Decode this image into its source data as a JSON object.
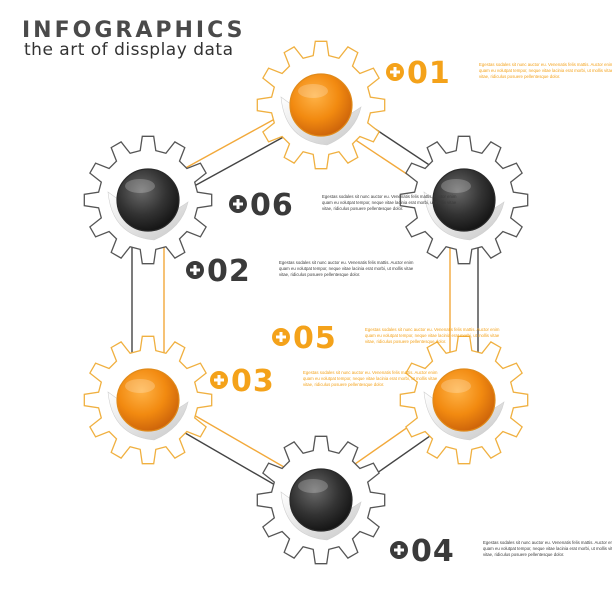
{
  "header": {
    "title": "INFOGRAPHICS",
    "subtitle": "the art of dissplay data"
  },
  "colors": {
    "orange": "#f4a21a",
    "dark": "#3a3a3a",
    "gear_orange_stroke": "#f0b040",
    "gear_dark_stroke": "#555555",
    "link_orange": "#f2a93b",
    "link_dark": "#444444"
  },
  "steps": [
    {
      "number": "01",
      "color": "orange",
      "text": [
        "Egestas sodales sit nunc auctor eu. Venenatis felis mattis. Auctor enim",
        "quam eu volutpat tempor, neque vitae lacinia erat morbi, ut mollis vitae",
        "vitae, ridiculus posuere pellentesque dolor."
      ]
    },
    {
      "number": "02",
      "color": "dark",
      "text": [
        "Egestas sodales sit nunc auctor eu. Venenatis felis mattis. Auctor enim",
        "quam eu volutpat tempor, neque vitae lacinia erat morbi, ut mollis vitae",
        "vitae, ridiculus posuere pellentesque dolor."
      ]
    },
    {
      "number": "03",
      "color": "orange",
      "text": [
        "Egestas sodales sit nunc auctor eu. Venenatis felis mattis. Auctor enim",
        "quam eu volutpat tempor, neque vitae lacinia erat morbi, ut mollis vitae",
        "vitae, ridiculus posuere pellentesque dolor."
      ]
    },
    {
      "number": "04",
      "color": "dark",
      "text": [
        "Egestas sodales sit nunc auctor eu. Venenatis felis mattis. Auctor enim",
        "quam eu volutpat tempor, neque vitae lacinia erat morbi, ut mollis vitae",
        "vitae, ridiculus posuere pellentesque dolor."
      ]
    },
    {
      "number": "05",
      "color": "orange",
      "text": [
        "Egestas sodales sit nunc auctor eu. Venenatis felis mattis. Auctor enim",
        "quam eu volutpat tempor, neque vitae lacinia erat morbi, ut mollis vitae",
        "vitae, ridiculus posuere pellentesque dolor."
      ]
    },
    {
      "number": "06",
      "color": "dark",
      "text": [
        "Egestas sodales sit nunc auctor eu. Venenatis felis mattis. Auctor enim",
        "quam eu volutpat tempor, neque vitae lacinia erat morbi, ut mollis vitae",
        "vitae, ridiculus posuere pellentesque dolor."
      ]
    }
  ]
}
